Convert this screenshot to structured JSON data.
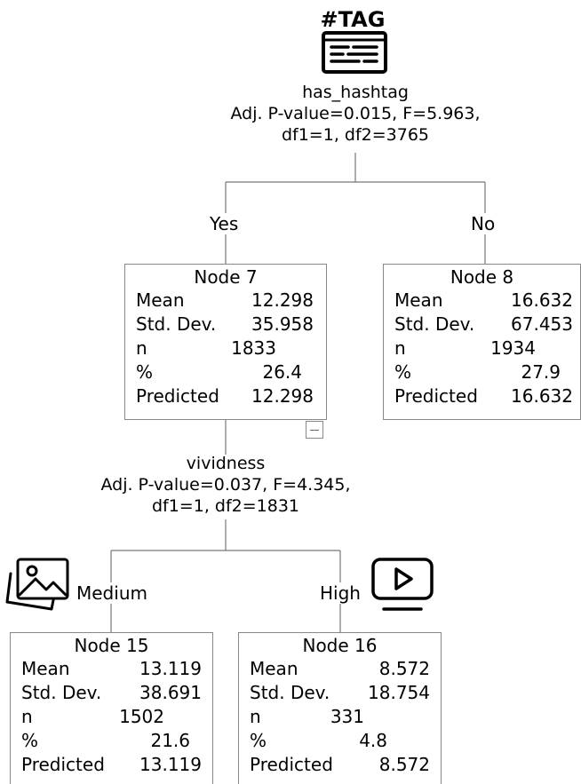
{
  "root": {
    "icon": "hashtag-document-icon",
    "icon_text": "#TAG",
    "variable": "has_hashtag",
    "stats_line1": "Adj. P-value=0.015, F=5.963,",
    "stats_line2": "df1=1, df2=3765"
  },
  "branches": {
    "yes": "Yes",
    "no": "No",
    "medium": "Medium",
    "high": "High"
  },
  "split2": {
    "variable": "vividness",
    "stats_line1": "Adj. P-value=0.037, F=4.345,",
    "stats_line2": "df1=1, df2=1831"
  },
  "icons": {
    "medium": "image-gallery-icon",
    "high": "video-play-icon"
  },
  "labels": {
    "mean": "Mean",
    "std": "Std. Dev.",
    "n": "n",
    "pct": "%",
    "pred": "Predicted"
  },
  "nodes": {
    "node7": {
      "title": "Node 7",
      "mean": "12.298",
      "std": "35.958",
      "n": "1833",
      "pct": "26.4",
      "pred": "12.298"
    },
    "node8": {
      "title": "Node 8",
      "mean": "16.632",
      "std": "67.453",
      "n": "1934",
      "pct": "27.9",
      "pred": "16.632"
    },
    "node15": {
      "title": "Node 15",
      "mean": "13.119",
      "std": "38.691",
      "n": "1502",
      "pct": "21.6",
      "pred": "13.119"
    },
    "node16": {
      "title": "Node 16",
      "mean": "8.572",
      "std": "18.754",
      "n": "331",
      "pct": "4.8",
      "pred": "8.572"
    }
  }
}
